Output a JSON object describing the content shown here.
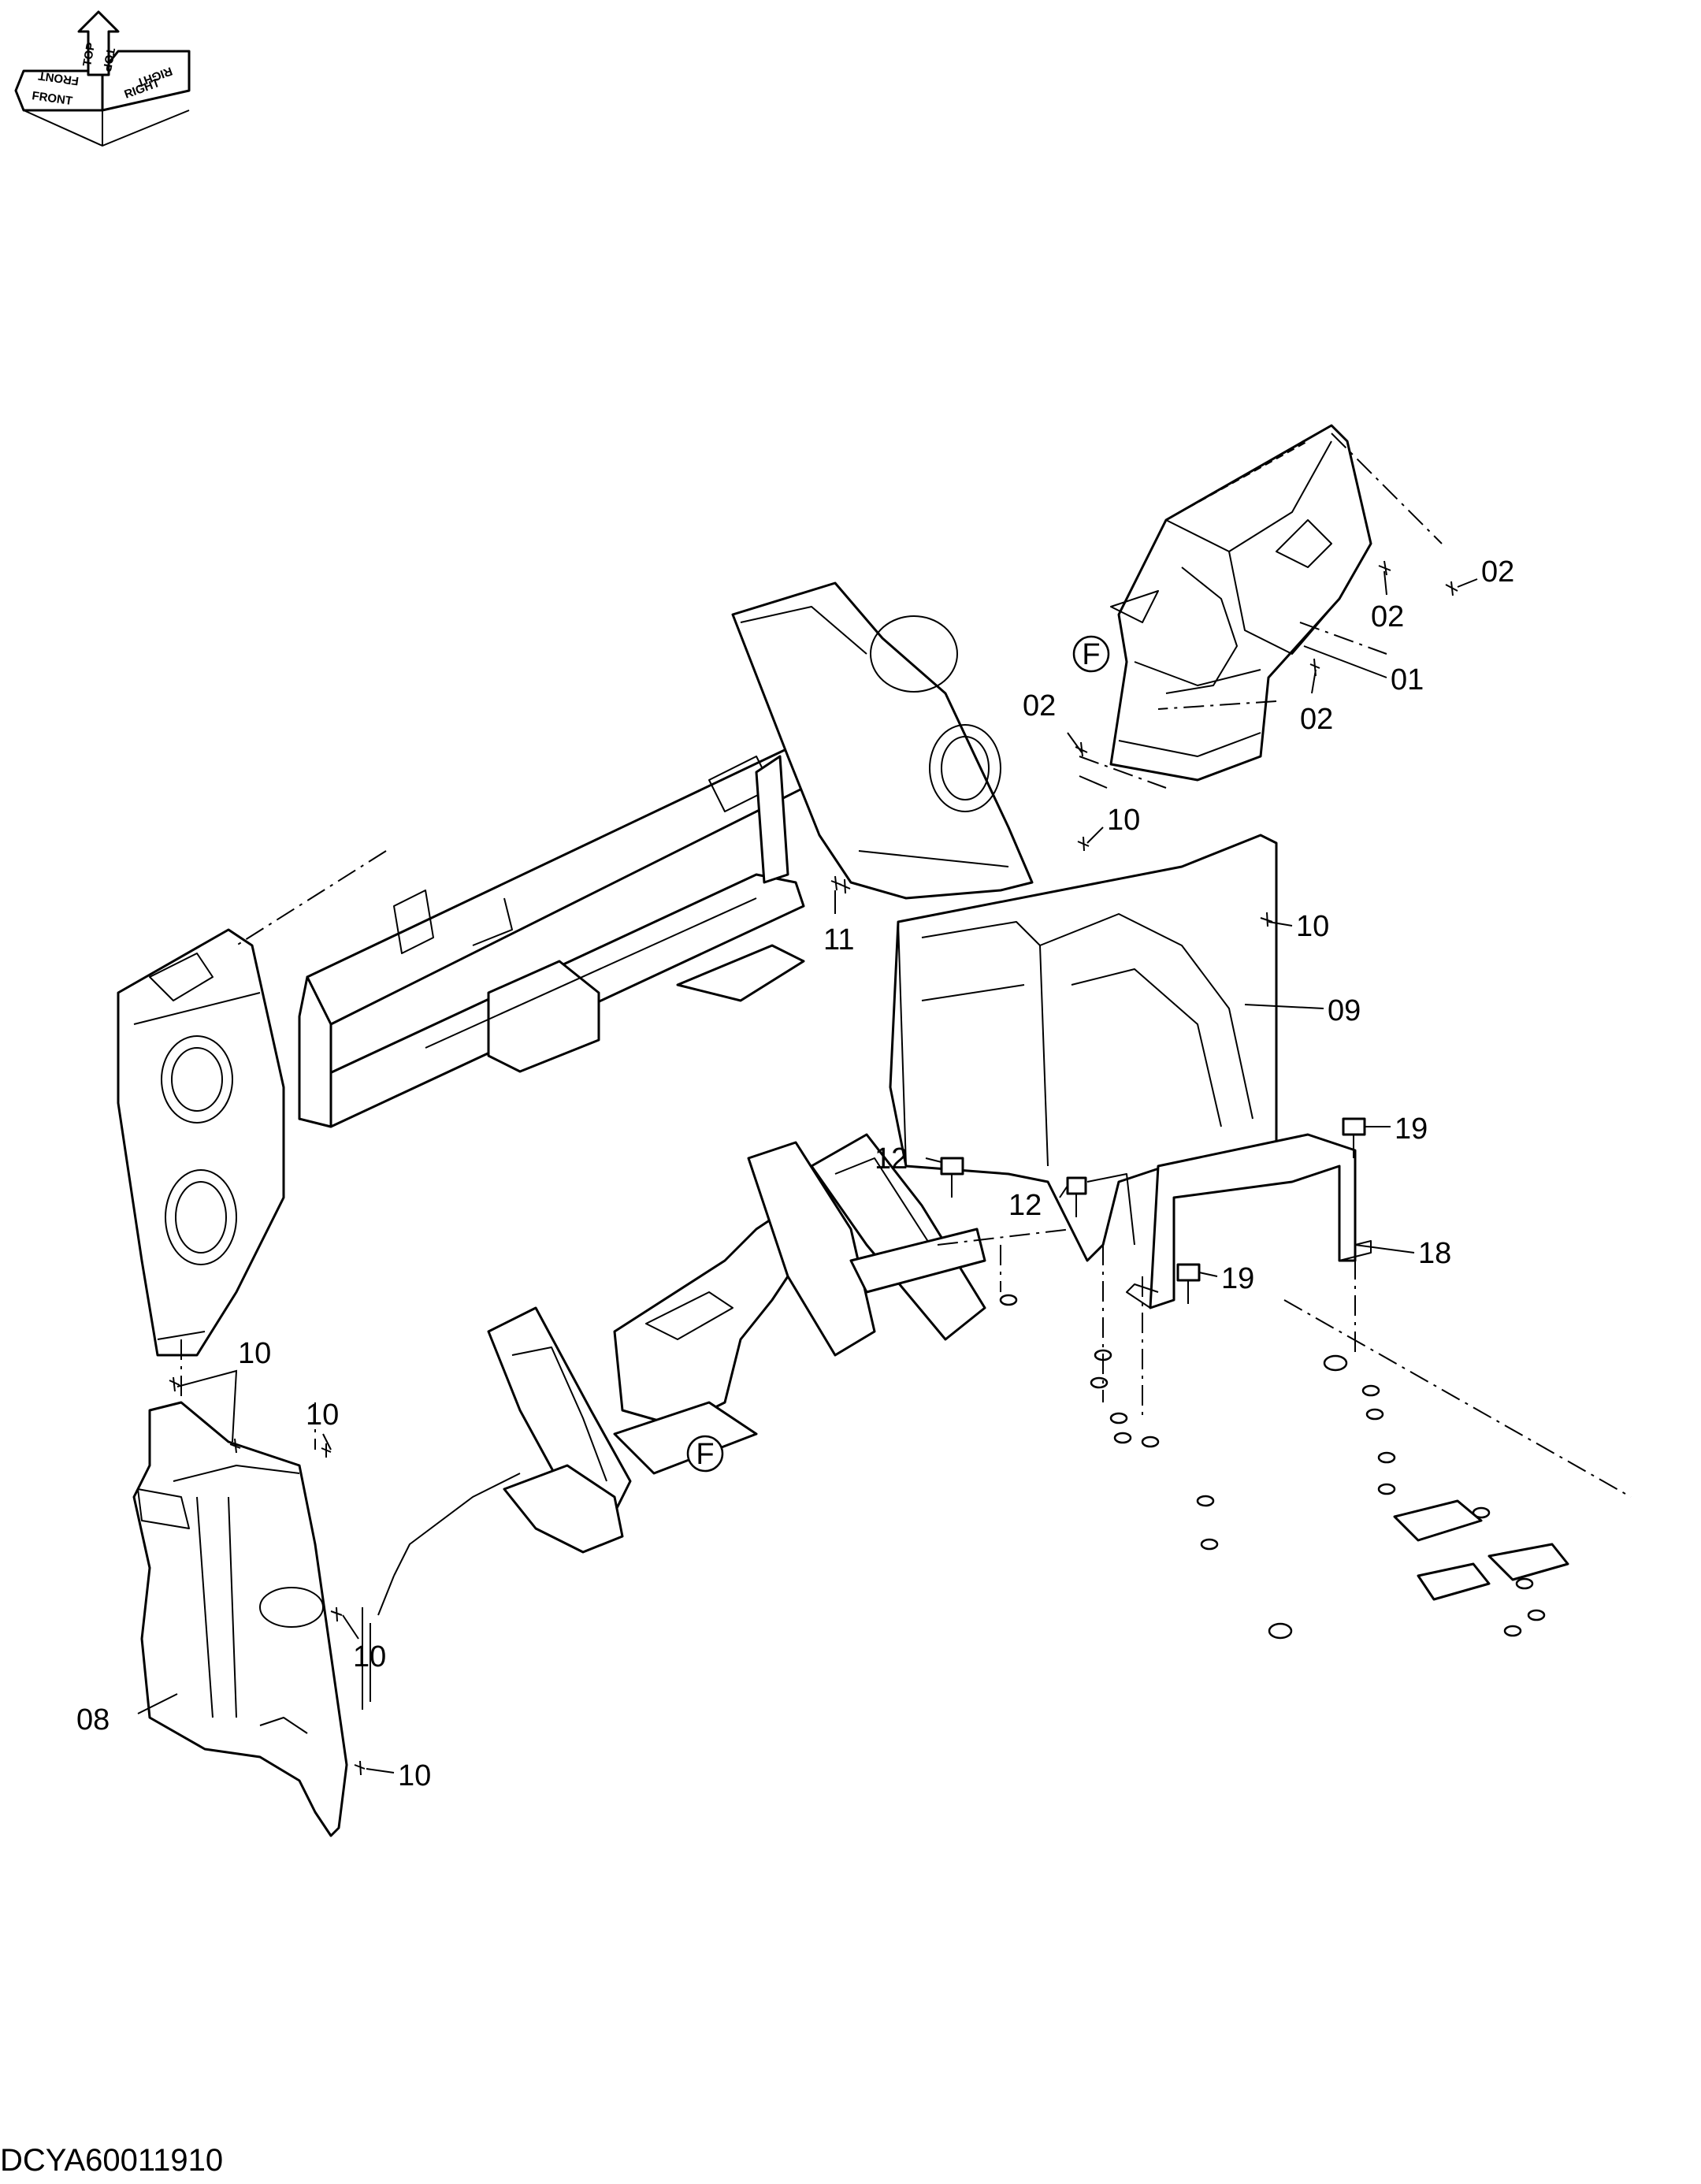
{
  "orientation_icon": {
    "labels": [
      "FRONT",
      "TOP",
      "RIGHT",
      "FRONT",
      "TOP",
      "RIGHT"
    ]
  },
  "callouts": {
    "c01": "01",
    "c02": [
      "02",
      "02",
      "02",
      "02"
    ],
    "c08": "08",
    "c09": "09",
    "c10": [
      "10",
      "10",
      "10",
      "10",
      "10",
      "10"
    ],
    "c11": "11",
    "c12": [
      "12",
      "12"
    ],
    "c18": "18",
    "c19": [
      "19",
      "19"
    ]
  },
  "reference_markers": [
    "F",
    "F"
  ],
  "drawing_number": "DCYA60011910"
}
